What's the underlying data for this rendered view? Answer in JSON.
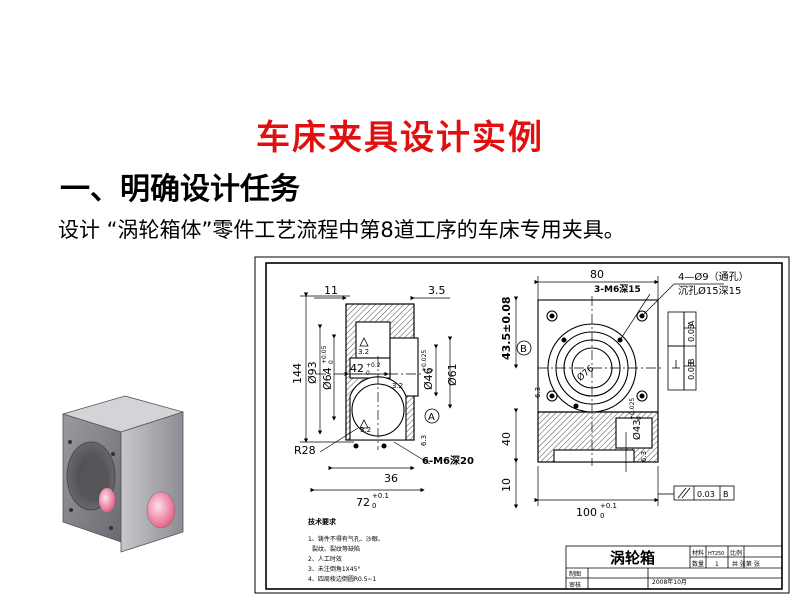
{
  "slide": {
    "title": "车床夹具设计实例",
    "heading": "一、明确设计任务",
    "subtitle": "设计 “涡轮箱体”零件工艺流程中第8道工序的车床专用夹具。"
  },
  "drawing": {
    "left_dims": {
      "d11": "11",
      "d3_5": "3.5",
      "d144": "144",
      "phi93": "Ø93",
      "phi64": "Ø64",
      "phi64_tol": "+0.05",
      "phi64_tol_low": "0",
      "d42": "42",
      "d42_tol": "+0.2",
      "d42_tol_low": "0",
      "phi46": "Ø46",
      "phi46_tol": "+0.025",
      "phi46_tol_low": "0",
      "phi61": "Ø61",
      "r28": "R28",
      "d36": "36",
      "d72": "72",
      "d72_tol": "+0.1",
      "d72_tol_low": "0",
      "thread_bottom": "6-M6深20",
      "rough32": "3.2",
      "rough63": "6.3",
      "datum_a": "A"
    },
    "right_dims": {
      "d80": "80",
      "holes": "4—Ø9（通孔）",
      "counterbore": "沉孔Ø15深15",
      "thread_top": "3-M6深15",
      "d43_5": "43.5±0.08",
      "datum_b": "B",
      "phi76": "Ø76",
      "d40": "40",
      "d10": "10",
      "d100": "100",
      "d100_tol": "+0.1",
      "d100_tol_low": "0",
      "phi43": "Ø43",
      "phi43_tol": "+0.025",
      "phi43_tol_low": "0",
      "tol_perp": "0.03",
      "tol_a": "A",
      "tol_par": "0.03",
      "tol_b": "B",
      "tol_bottom": "0.03",
      "tol_bottom_datum": "B"
    },
    "notes": {
      "heading": "技术要求",
      "items": [
        "1、铸件不得有气孔、沙眼、",
        "裂纹、裂纹等缺陷",
        "2、人工时效",
        "3、未注倒角1X45°",
        "4、四周棱边倒圆R0.5~1"
      ]
    },
    "title_block": {
      "part_name": "涡轮箱",
      "material_label": "材料",
      "material": "HT250",
      "scale_label": "比例",
      "qty_label": "数量",
      "qty": "1",
      "sheet": "共 张第 张",
      "drawn_label": "制图",
      "checked_label": "审核",
      "date": "2008年10月"
    }
  }
}
